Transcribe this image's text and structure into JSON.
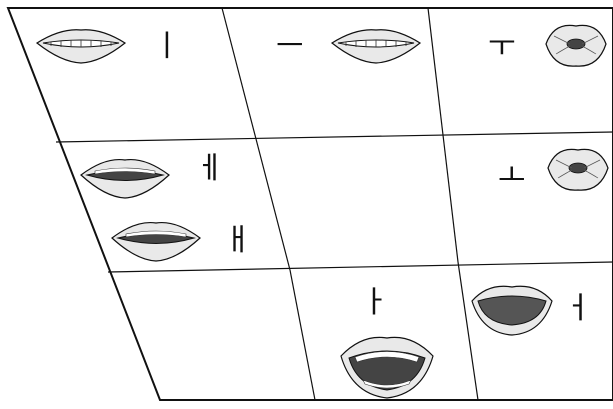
{
  "chart": {
    "cells": [
      {
        "id": "i",
        "vowel": "ㅣ",
        "mouth": "spread"
      },
      {
        "id": "eu",
        "vowel": "ㅡ",
        "mouth": "spread"
      },
      {
        "id": "u",
        "vowel": "ㅜ",
        "mouth": "rounded-protruded"
      },
      {
        "id": "e",
        "vowel": "ㅔ",
        "mouth": "half-open-spread"
      },
      {
        "id": "ae",
        "vowel": "ㅐ",
        "mouth": "open-spread"
      },
      {
        "id": "o",
        "vowel": "ㅗ",
        "mouth": "rounded"
      },
      {
        "id": "a",
        "vowel": "ㅏ",
        "mouth": "wide-open"
      },
      {
        "id": "eo",
        "vowel": "ㅓ",
        "mouth": "open-rounded"
      }
    ]
  }
}
